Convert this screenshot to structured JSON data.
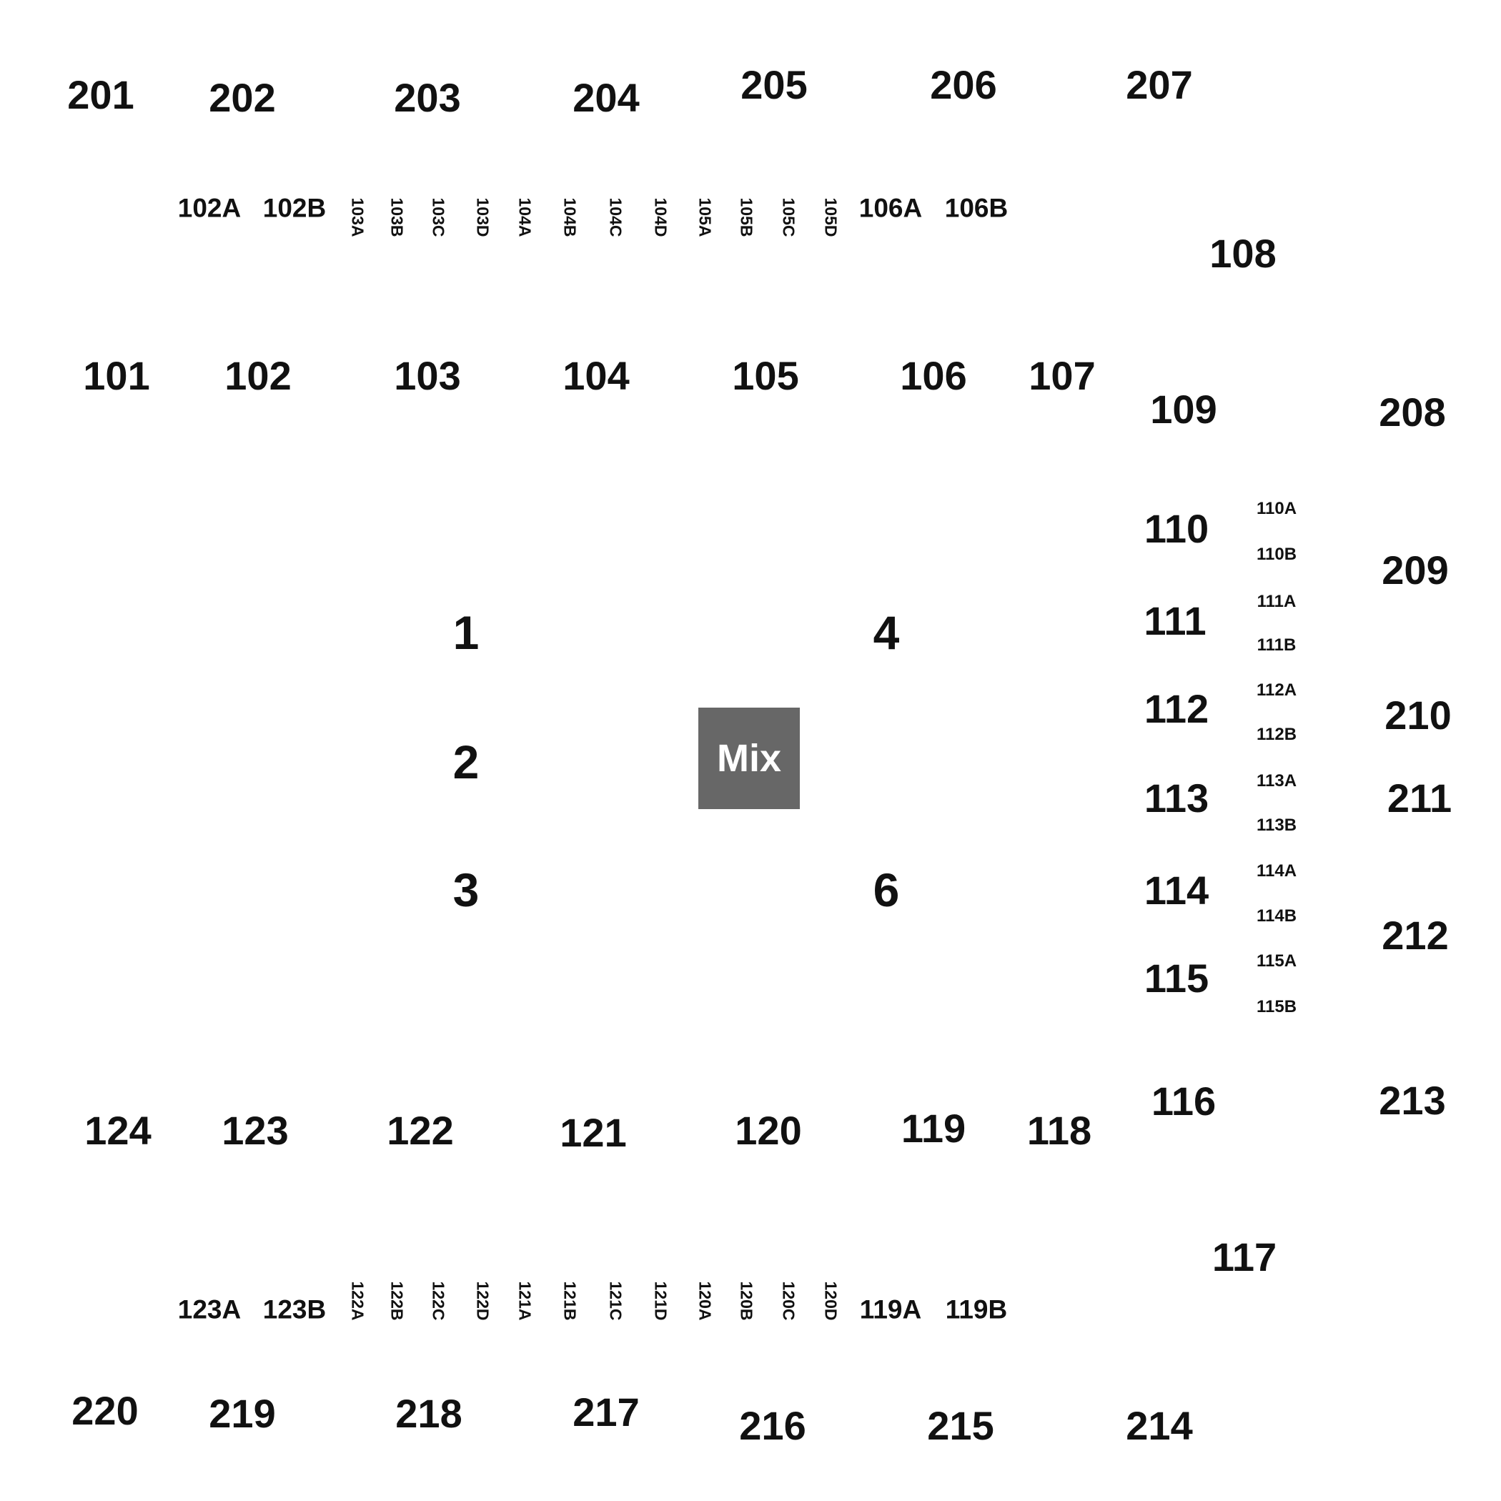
{
  "sections": {
    "upper_top": [
      "201",
      "202",
      "203",
      "204",
      "205",
      "206",
      "207"
    ],
    "upper_right": [
      "208",
      "209",
      "210",
      "211",
      "212",
      "213"
    ],
    "upper_bottom": [
      "220",
      "219",
      "218",
      "217",
      "216",
      "215",
      "214"
    ],
    "lower_top": [
      "101",
      "102",
      "103",
      "104",
      "105",
      "106",
      "107"
    ],
    "lower_right_corner": [
      "108",
      "109",
      "116",
      "117"
    ],
    "lower_right": [
      "110",
      "111",
      "112",
      "113",
      "114",
      "115"
    ],
    "lower_bottom": [
      "124",
      "123",
      "122",
      "121",
      "120",
      "119",
      "118"
    ],
    "top_subsections_horizontal": [
      "102A",
      "102B",
      "106A",
      "106B"
    ],
    "top_subsections_vertical": [
      "103A",
      "103B",
      "103C",
      "103D",
      "104A",
      "104B",
      "104C",
      "104D",
      "105A",
      "105B",
      "105C",
      "105D"
    ],
    "right_subsections": [
      "110A",
      "110B",
      "111A",
      "111B",
      "112A",
      "112B",
      "113A",
      "113B",
      "114A",
      "114B",
      "115A",
      "115B"
    ],
    "bottom_subsections_horizontal": [
      "123A",
      "123B",
      "119A",
      "119B"
    ],
    "bottom_subsections_vertical": [
      "122A",
      "122B",
      "122C",
      "122D",
      "121A",
      "121B",
      "121C",
      "121D",
      "120A",
      "120B",
      "120C",
      "120D"
    ],
    "floor": [
      "1",
      "2",
      "3",
      "4",
      "6"
    ],
    "mix": "Mix"
  },
  "colors": {
    "background": "#ffffff",
    "text": "#111111",
    "mix_box": "#676767",
    "mix_text": "#ffffff"
  }
}
